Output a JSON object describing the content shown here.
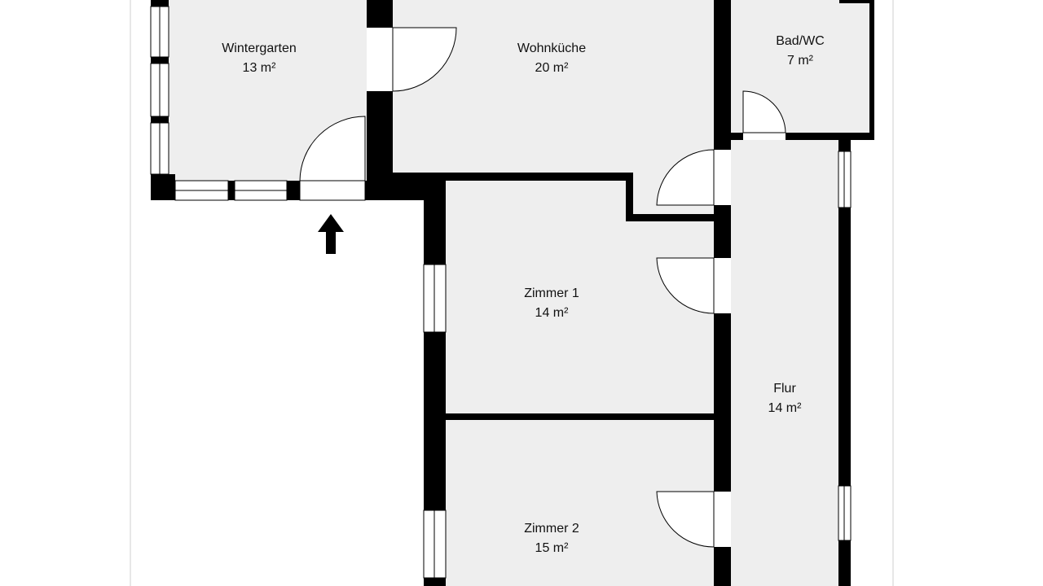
{
  "rooms": {
    "wintergarten": {
      "name": "Wintergarten",
      "area": "13 m²"
    },
    "wohnkueche": {
      "name": "Wohnküche",
      "area": "20 m²"
    },
    "bad": {
      "name": "Bad/WC",
      "area": "7 m²"
    },
    "zimmer1": {
      "name": "Zimmer 1",
      "area": "14 m²"
    },
    "flur": {
      "name": "Flur",
      "area": "14 m²"
    },
    "zimmer2": {
      "name": "Zimmer 2",
      "area": "15 m²"
    }
  },
  "colors": {
    "floor": "#eeeeee",
    "wall": "#000000",
    "background": "#ffffff",
    "border": "#cfcfcf"
  },
  "icons": {
    "entrance": "arrow-up-icon"
  }
}
